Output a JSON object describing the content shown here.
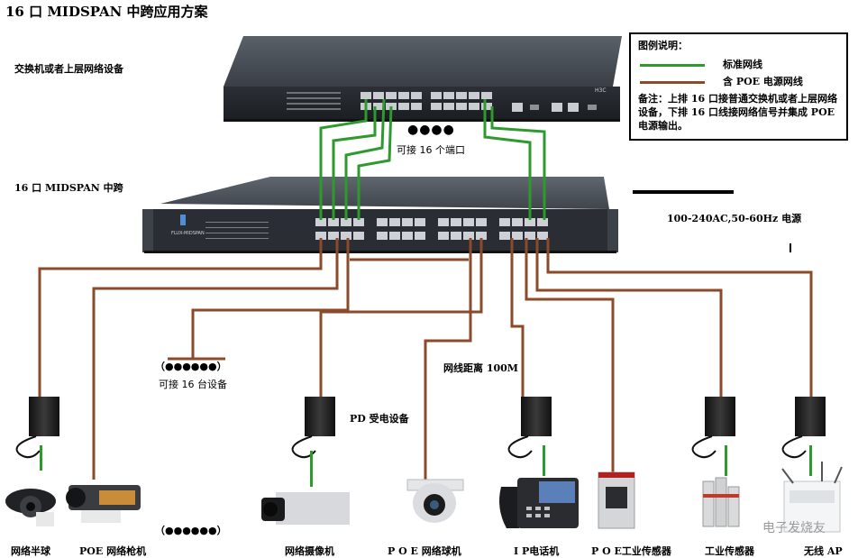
{
  "title": "16 口 MIDSPAN 中跨应用方案",
  "labels": {
    "upstream_switch": "交换机或者上层网络设备",
    "midspan": "16 口 MIDSPAN 中跨",
    "ports_note": "可接 16 个端口",
    "power": "100-240AC,50-60Hz 电源",
    "devices_note": "可接 16 台设备",
    "pd": "PD 受电设备",
    "distance": "网线距离 100M",
    "dots_left": "（●●●●●●）",
    "dots_bottom": "（●●●●●●）",
    "dots_top": "●●●●"
  },
  "legend": {
    "title": "图例说明：",
    "standard_cable": "标准网线",
    "poe_cable": "含 POE 电源网线",
    "note": "备注：上排 16 口接普通交换机或者上层网络设备，下排 16 口线接网络信号并集成 POE 电源输出。",
    "colors": {
      "standard": "#2e9a2e",
      "poe": "#8b4a2a"
    }
  },
  "switch_brand": "H3C",
  "midspan_brand": "FLUX-MIDSPAN",
  "devices": [
    {
      "name": "网络半球",
      "icon": "dome-camera-icon"
    },
    {
      "name": "POE 网络枪机",
      "icon": "bullet-camera-icon"
    },
    {
      "name": "网络摄像机",
      "icon": "box-camera-icon"
    },
    {
      "name": "P O E  网络球机",
      "icon": "speed-dome-icon"
    },
    {
      "name": "I P电话机",
      "icon": "ip-phone-icon"
    },
    {
      "name": "P O E工业传感器",
      "icon": "industrial-sensor-icon"
    },
    {
      "name": "工业传感器",
      "icon": "sensor-modules-icon"
    },
    {
      "name": "无线 AP",
      "icon": "wireless-ap-icon"
    }
  ],
  "watermark": "电子发烧友"
}
